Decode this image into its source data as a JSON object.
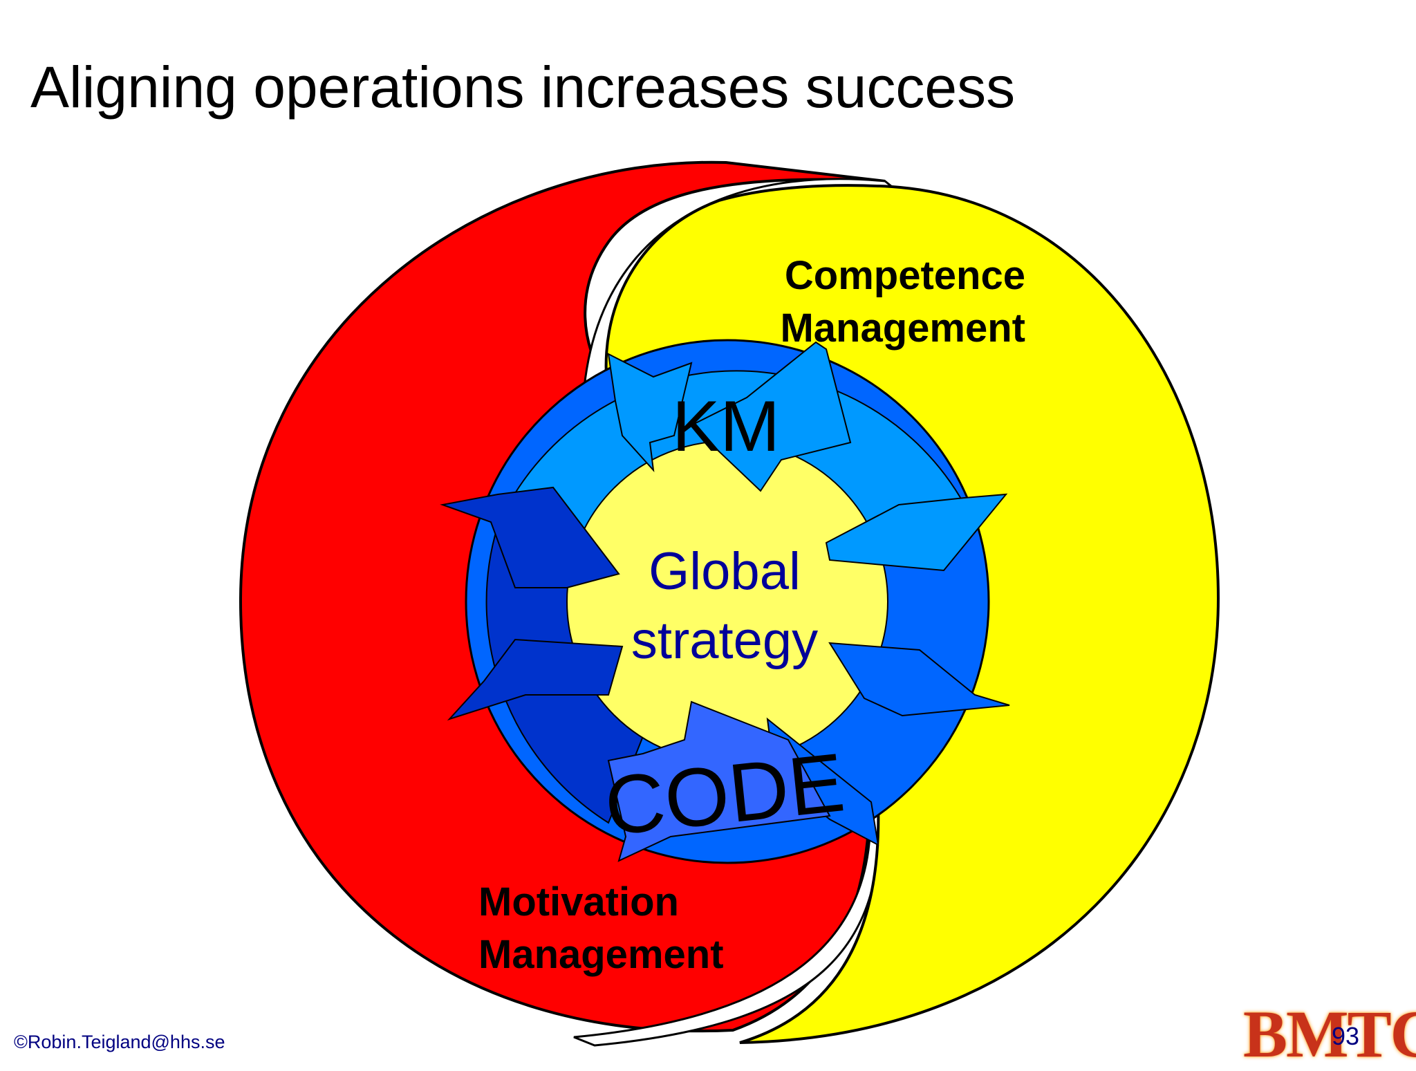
{
  "slide": {
    "title": "Aligning operations increases success",
    "footer": "©Robin.Teigland@hhs.se",
    "page_number": "93",
    "logo_text": "BMTC"
  },
  "diagram": {
    "competence_line1": "Competence",
    "competence_line2": "Management",
    "motivation_line1": "Motivation",
    "motivation_line2": "Management",
    "top_label": "KM",
    "bottom_label": "CODE",
    "center_line1": "Global",
    "center_line2": "strategy"
  },
  "colors": {
    "red": "#ff0000",
    "yellow": "#ffff00",
    "ring_light_blue": "#0099ff",
    "ring_blue": "#0066ff",
    "ring_dark_blue": "#0033cc",
    "center_yellow": "#ffff66",
    "center_text": "#000099"
  }
}
